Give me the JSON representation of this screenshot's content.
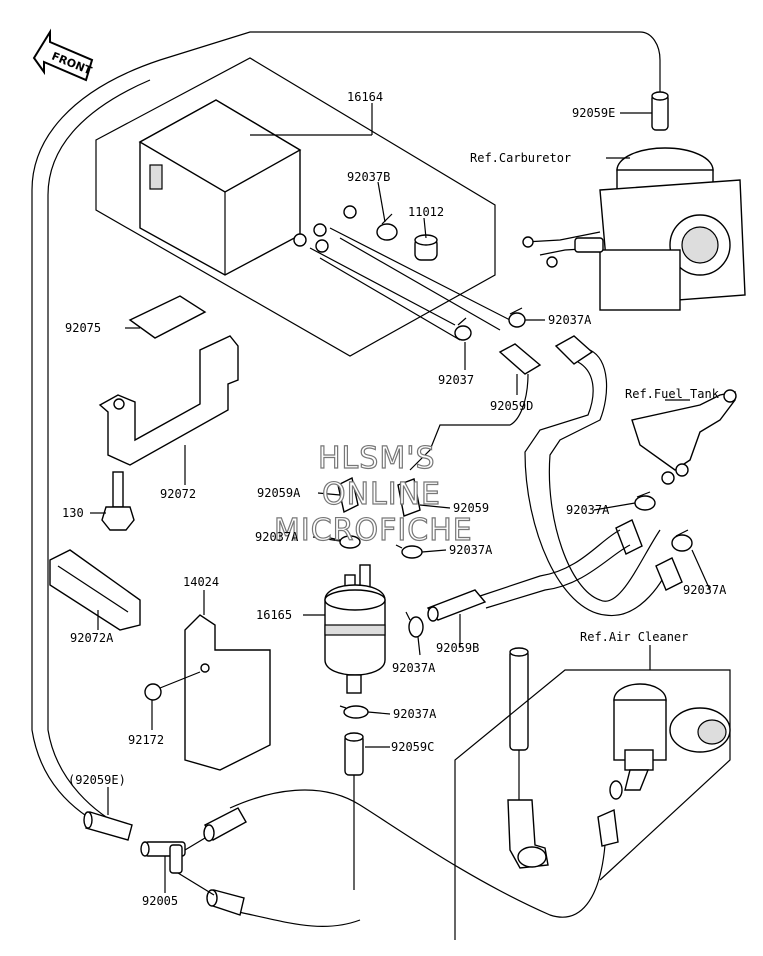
{
  "orientation_label": "FRONT",
  "watermark": [
    "HLSM'S",
    "ONLINE",
    "MICROFICHE"
  ],
  "labels": {
    "p16164": "16164",
    "p92059E": "92059E",
    "ref_carburetor": "Ref.Carburetor",
    "p92037B": "92037B",
    "p11012": "11012",
    "p92037A_1": "92037A",
    "p92075": "92075",
    "p92037": "92037",
    "p92059D": "92059D",
    "ref_fuel_tank": "Ref.Fuel Tank",
    "p92072": "92072",
    "p92059A": "92059A",
    "p92059": "92059",
    "p130": "130",
    "p92037A_2": "92037A",
    "p92037A_3": "92037A",
    "p92037A_4": "92037A",
    "p92037A_5": "92037A",
    "p14024": "14024",
    "p16165": "16165",
    "p92059B": "92059B",
    "p92072A": "92072A",
    "ref_air_cleaner": "Ref.Air Cleaner",
    "p92037A_6": "92037A",
    "p92172": "92172",
    "p92037A_7": "92037A",
    "p92059C": "92059C",
    "p92059E_paren": "(92059E)",
    "p92005": "92005"
  }
}
